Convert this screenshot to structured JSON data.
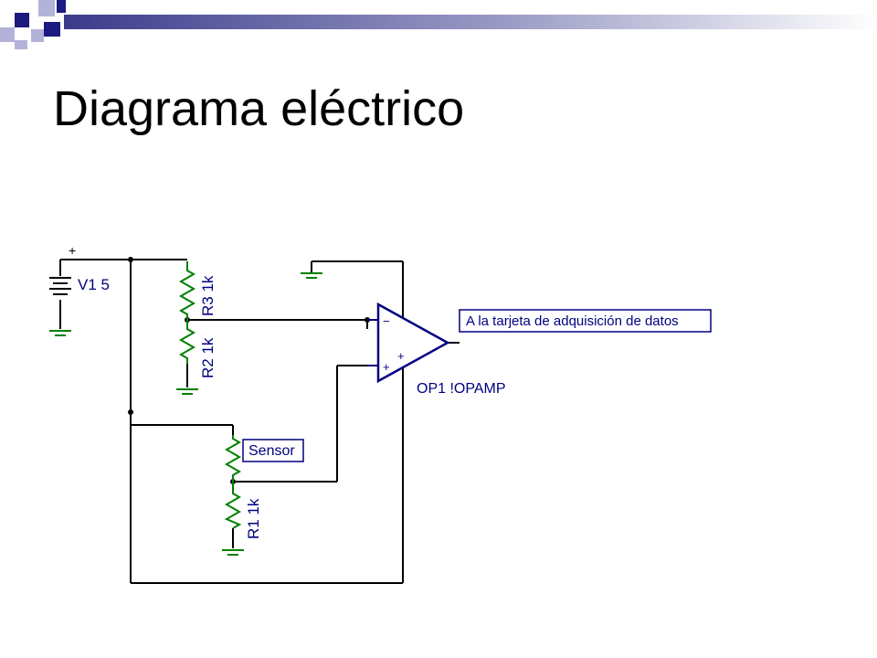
{
  "slide": {
    "title": "Diagrama eléctrico"
  },
  "colors": {
    "wire": "#000000",
    "component": "#008000",
    "label": "#000080",
    "opamp": "#000080",
    "accent_dark": "#1a1a80",
    "accent_light": "#b3b3d9"
  },
  "circuit": {
    "v1_label": "V1 5",
    "v1_plus": "+",
    "r3_label": "R3 1k",
    "r2_label": "R2 1k",
    "r1_label": "R1 1k",
    "sensor_label": "Sensor",
    "opamp_label": "OP1 !OPAMP",
    "opamp_minus": "−",
    "opamp_plus": "+",
    "opamp_plus_inner": "+",
    "output_label": "A la tarjeta de adquisición de datos"
  }
}
